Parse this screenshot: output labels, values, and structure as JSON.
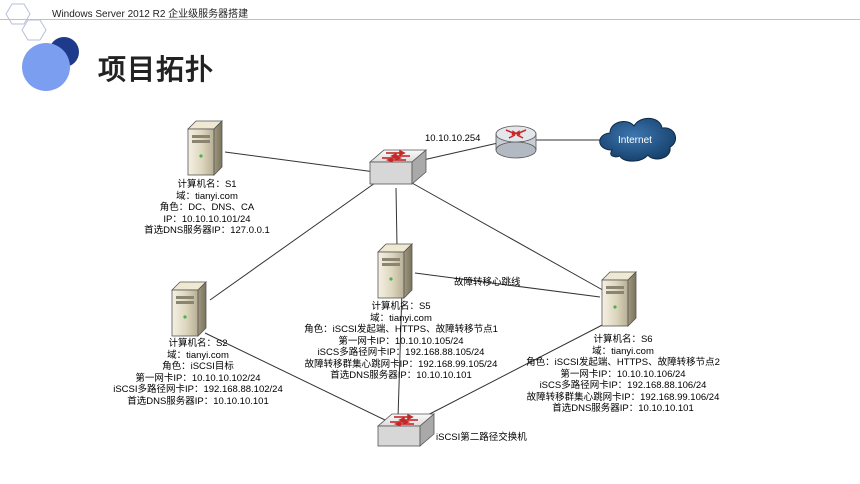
{
  "header": {
    "subtitle": "Windows Server 2012 R2 企业级服务器搭建"
  },
  "page": {
    "title": "项目拓扑"
  },
  "network": {
    "router_ip": "10.10.10.254",
    "internet_label": "Internet",
    "heartbeat_label": "故障转移心跳线",
    "iscsi_switch_label": "iSCSI第二路径交换机"
  },
  "servers": {
    "s1": {
      "lines": [
        "计算机名：S1",
        "域：tianyi.com",
        "角色：DC、DNS、CA",
        "IP：10.10.10.101/24",
        "首选DNS服务器IP：127.0.0.1"
      ]
    },
    "s2": {
      "lines": [
        "计算机名：S2",
        "域：tianyi.com",
        "角色：iSCSI目标",
        "第一网卡IP：10.10.10.102/24",
        "iSCSI多路径网卡IP：192.168.88.102/24",
        "首选DNS服务器IP：10.10.10.101"
      ]
    },
    "s5": {
      "lines": [
        "计算机名：S5",
        "域：tianyi.com",
        "角色：iSCSI发起端、HTTPS、故障转移节点1",
        "第一网卡IP：10.10.10.105/24",
        "iSCS多路径网卡IP：192.168.88.105/24",
        "故障转移群集心跳网卡IP：192.168.99.105/24",
        "首选DNS服务器IP：10.10.10.101"
      ]
    },
    "s6": {
      "lines": [
        "计算机名：S6",
        "域：tianyi.com",
        "角色：iSCSI发起端、HTTPS、故障转移节点2",
        "第一网卡IP：10.10.10.106/24",
        "iSCS多路径网卡IP：192.168.88.106/24",
        "故障转移群集心跳网卡IP：192.168.99.106/24",
        "首选DNS服务器IP：10.10.10.101"
      ]
    }
  },
  "colors": {
    "accent_dark": "#1e3a8a",
    "accent_light": "#7c9ef0",
    "router": "#d9dde3",
    "cloud": "#1f4e79",
    "switch": "#e8e8e8"
  }
}
